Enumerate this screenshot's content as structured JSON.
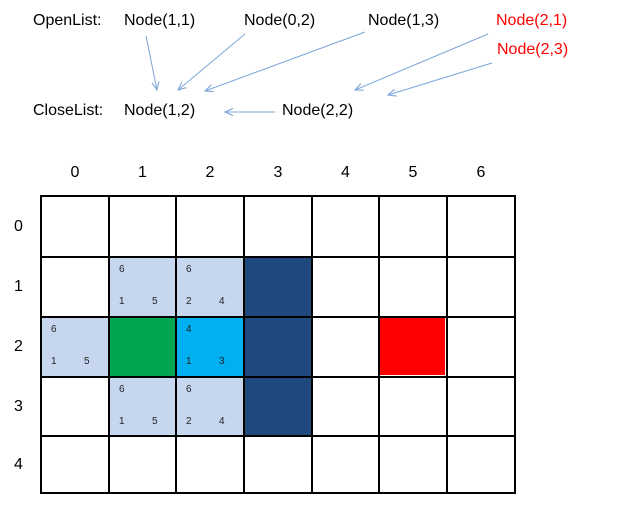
{
  "open_list": {
    "label": "OpenList:",
    "nodes": [
      "Node(1,1)",
      "Node(0,2)",
      "Node(1,3)"
    ],
    "new_nodes": [
      "Node(2,1)",
      "Node(2,3)"
    ]
  },
  "close_list": {
    "label": "CloseList:",
    "nodes": [
      "Node(1,2)",
      "Node(2,2)"
    ]
  },
  "grid": {
    "columns": [
      "0",
      "1",
      "2",
      "3",
      "4",
      "5",
      "6"
    ],
    "rows": [
      "0",
      "1",
      "2",
      "3",
      "4"
    ],
    "cells": [
      {
        "col": 1,
        "row": 1,
        "type": "open",
        "f": "6",
        "g": "1",
        "h": "5"
      },
      {
        "col": 2,
        "row": 1,
        "type": "open",
        "f": "6",
        "g": "2",
        "h": "4"
      },
      {
        "col": 0,
        "row": 2,
        "type": "open",
        "f": "6",
        "g": "1",
        "h": "5"
      },
      {
        "col": 1,
        "row": 2,
        "type": "start"
      },
      {
        "col": 2,
        "row": 2,
        "type": "current",
        "f": "4",
        "g": "1",
        "h": "3"
      },
      {
        "col": 1,
        "row": 3,
        "type": "open",
        "f": "6",
        "g": "1",
        "h": "5"
      },
      {
        "col": 2,
        "row": 3,
        "type": "open",
        "f": "6",
        "g": "2",
        "h": "4"
      },
      {
        "col": 3,
        "row": 1,
        "type": "wall"
      },
      {
        "col": 3,
        "row": 2,
        "type": "wall"
      },
      {
        "col": 3,
        "row": 3,
        "type": "wall"
      },
      {
        "col": 5,
        "row": 2,
        "type": "goal"
      }
    ]
  },
  "colors": {
    "open": "#c6d6ef",
    "start": "#00a651",
    "current": "#00b0f0",
    "wall": "#1f497d",
    "goal": "#ff0000",
    "arrow": "#7ea6d8"
  }
}
